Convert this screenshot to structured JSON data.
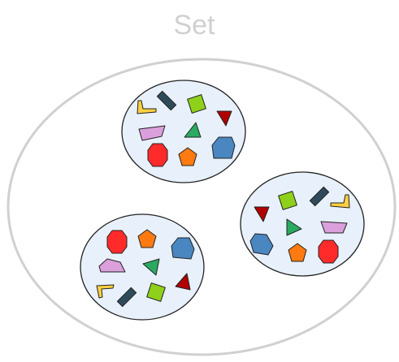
{
  "diagram": {
    "title": "Set",
    "colors": {
      "title": "#d0d0d0",
      "outer_ring": "#d0d0d0",
      "cluster_fill": "#e8f1fb",
      "cluster_stroke": "#222222",
      "shape_stroke": "#222222",
      "dark_slate": "#2f4a5a",
      "lime": "#8fd01a",
      "red": "#ff2a2a",
      "dark_red": "#b00000",
      "orange": "#ff7a10",
      "green": "#2aaa60",
      "steel_blue": "#4a86c0",
      "lilac": "#dba0dc",
      "yellow": "#ffd040"
    },
    "clusters": [
      {
        "name": "top",
        "shapes": [
          "dark-slate-bar",
          "lime-square",
          "dark-red-triangle",
          "yellow-chevron",
          "lilac-trapezoid",
          "green-triangle",
          "red-octagon",
          "orange-pentagon",
          "steel-blue-hexagon"
        ]
      },
      {
        "name": "right",
        "shapes": [
          "lime-square",
          "dark-slate-bar",
          "yellow-chevron",
          "dark-red-triangle",
          "green-triangle",
          "lilac-trapezoid",
          "steel-blue-hexagon",
          "orange-pentagon",
          "red-octagon"
        ]
      },
      {
        "name": "bottom-left",
        "shapes": [
          "red-octagon",
          "orange-pentagon",
          "steel-blue-hexagon",
          "lilac-trapezoid",
          "green-triangle",
          "dark-red-triangle",
          "yellow-chevron",
          "dark-slate-bar",
          "lime-square"
        ]
      }
    ]
  }
}
